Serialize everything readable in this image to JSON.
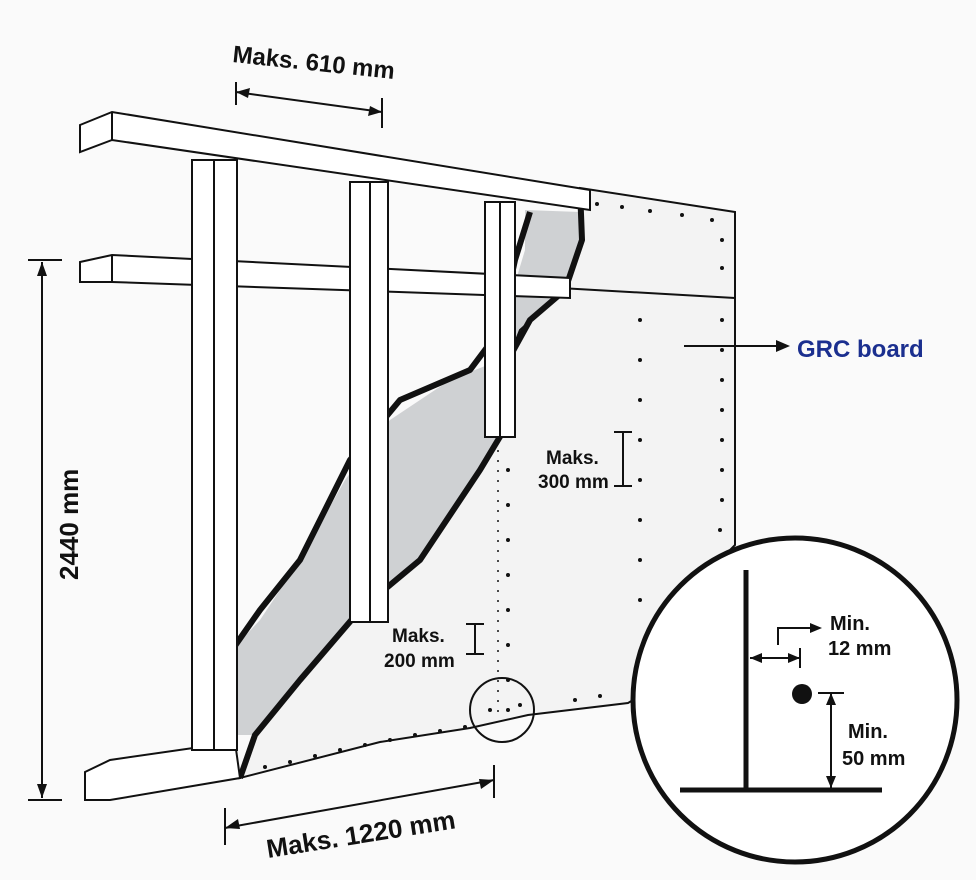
{
  "labels": {
    "stud_spacing": "Maks. 610 mm",
    "height": "2440 mm",
    "board_width": "Maks. 1220 mm",
    "grc_board": "GRC board",
    "field_spacing_1": "Maks.",
    "field_spacing_2": "300 mm",
    "edge_spacing_1": "Maks.",
    "edge_spacing_2": "200 mm",
    "edge_distance_1": "Min.",
    "edge_distance_2": "12 mm",
    "end_distance_1": "Min.",
    "end_distance_2": "50 mm"
  },
  "colors": {
    "grc_label": "#1b2f8f",
    "insulation": "#cfd1d3",
    "board": "#f3f3f3",
    "frame": "#ffffff",
    "ink": "#111111"
  }
}
